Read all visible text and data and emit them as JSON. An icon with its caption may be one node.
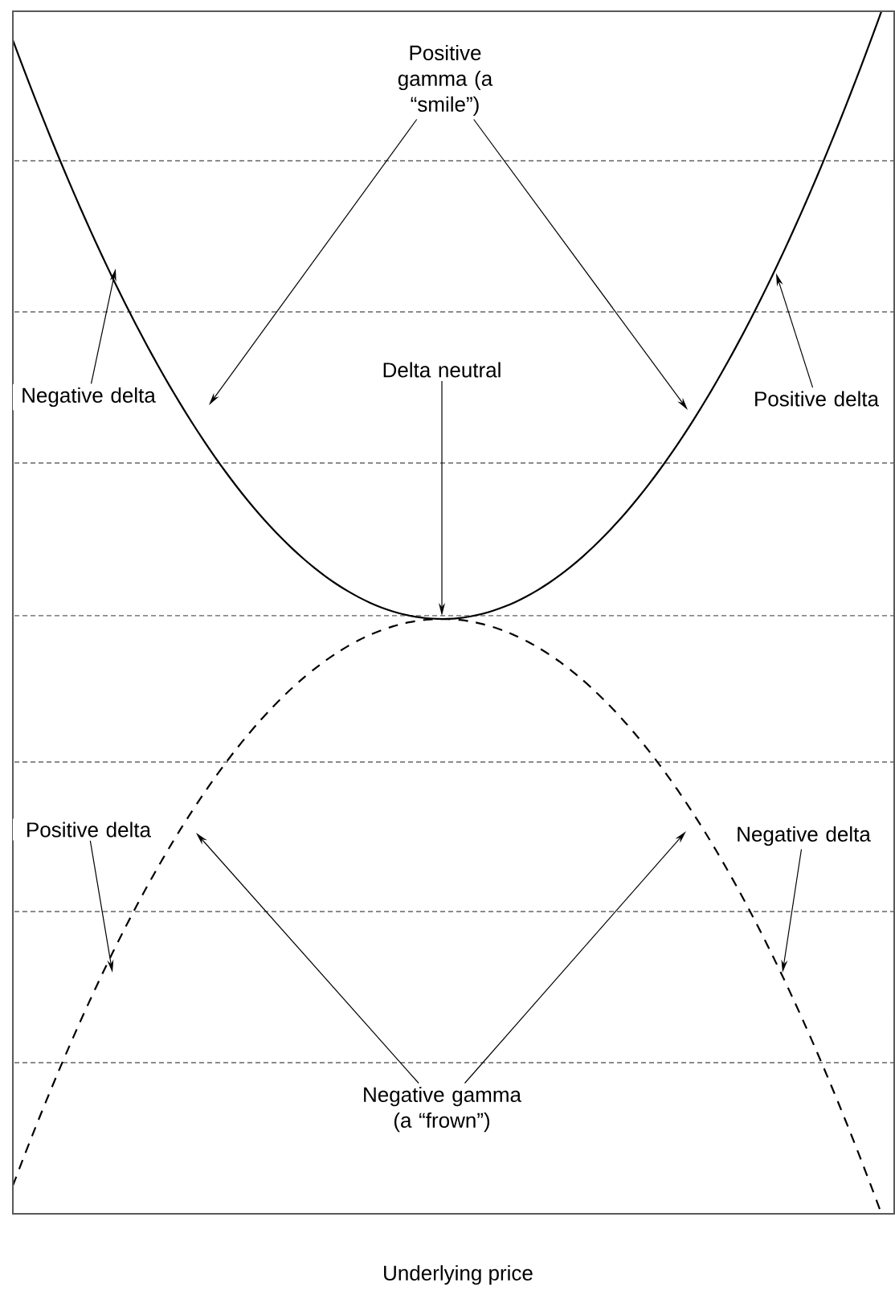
{
  "diagram": {
    "nodes": [
      {
        "text": [
          "Positive gamma (a “smile”)"
        ]
      },
      {
        "text": [
          "Negative delta"
        ]
      },
      {
        "text": [
          "Delta neutral"
        ]
      },
      {
        "text": [
          "Positive delta"
        ]
      },
      {
        "text": [
          "Positive delta"
        ]
      },
      {
        "text": [
          "Negative delta"
        ]
      },
      {
        "text": [
          "Negative gamma (a “frown”)"
        ]
      }
    ],
    "edges": [
      {
        "from": 0,
        "to": null,
        "arrow": "to"
      },
      {
        "from": 0,
        "to": null,
        "arrow": "to"
      },
      {
        "from": 1,
        "to": null,
        "arrow": "to"
      },
      {
        "from": 2,
        "to": null,
        "arrow": "to"
      },
      {
        "from": 3,
        "to": null,
        "arrow": "to"
      },
      {
        "from": 4,
        "to": null,
        "arrow": "to"
      },
      {
        "from": 5,
        "to": null,
        "arrow": "to"
      },
      {
        "from": 6,
        "to": null,
        "arrow": "to"
      },
      {
        "from": 6,
        "to": null,
        "arrow": "to"
      }
    ],
    "labels": [
      "Underlying price"
    ]
  }
}
